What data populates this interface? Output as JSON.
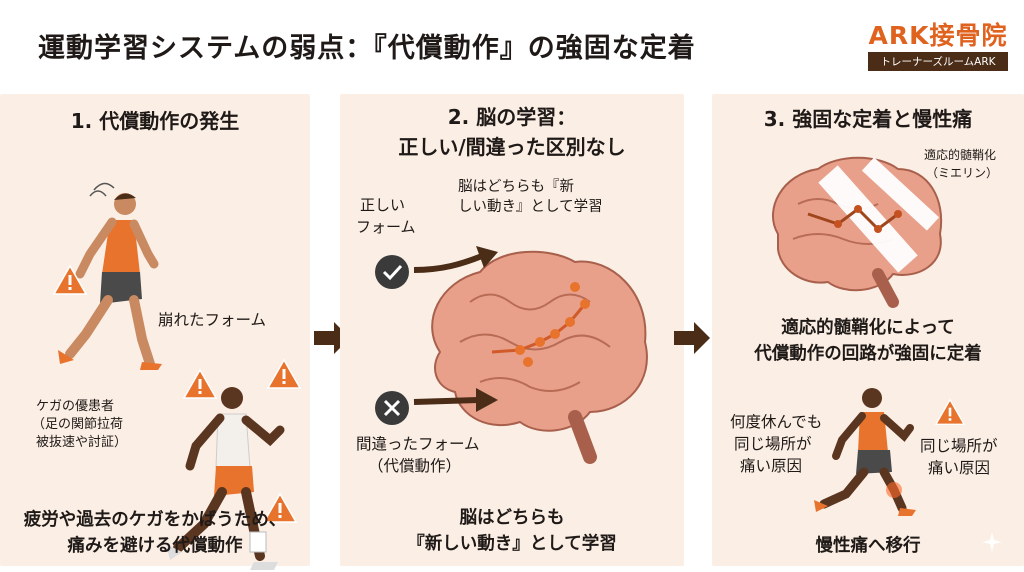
{
  "header": {
    "title": "運動学習システムの弱点：『代償動作』の強固な定着",
    "logo_main": "ARK接骨院",
    "logo_sub": "トレーナーズルームARK"
  },
  "panel1": {
    "title": "1. 代償動作の発生",
    "label_broken_form": "崩れたフォーム",
    "label_injured_1": "ケガの優患者",
    "label_injured_2": "（足の関節拉荷",
    "label_injured_3": "被抜速や討証）",
    "footer_1": "疲労や過去のケガをかばうため、",
    "footer_2": "痛みを避ける代償動作"
  },
  "panel2": {
    "title_1": "2. 脳の学習：",
    "title_2": "正しい/間違った区別なし",
    "label_correct_1": "正しい",
    "label_correct_2": "フォーム",
    "label_new_1": "脳はどちらも『新",
    "label_new_2": "しい動き』として学習",
    "label_wrong_1": "間違ったフォーム",
    "label_wrong_2": "（代償動作）",
    "footer_1": "脳はどちらも",
    "footer_2": "『新しい動き』として学習"
  },
  "panel3": {
    "title": "3. 強固な定着と慢性痛",
    "label_myelin_1": "適応的髄鞘化",
    "label_myelin_2": "（ミエリン）",
    "mid_1": "適応的髄鞘化によって",
    "mid_2": "代償動作の回路が強固に定着",
    "left_1": "何度休んでも",
    "left_2": "同じ場所が",
    "left_3": "痛い原因",
    "right_1": "同じ場所が",
    "right_2": "痛い原因",
    "footer": "慢性痛へ移行"
  },
  "colors": {
    "panel_bg": "#fbeee5",
    "accent": "#e0621f",
    "brown": "#4a2c17",
    "brain": "#e8a08a",
    "warning": "#e8732c"
  }
}
